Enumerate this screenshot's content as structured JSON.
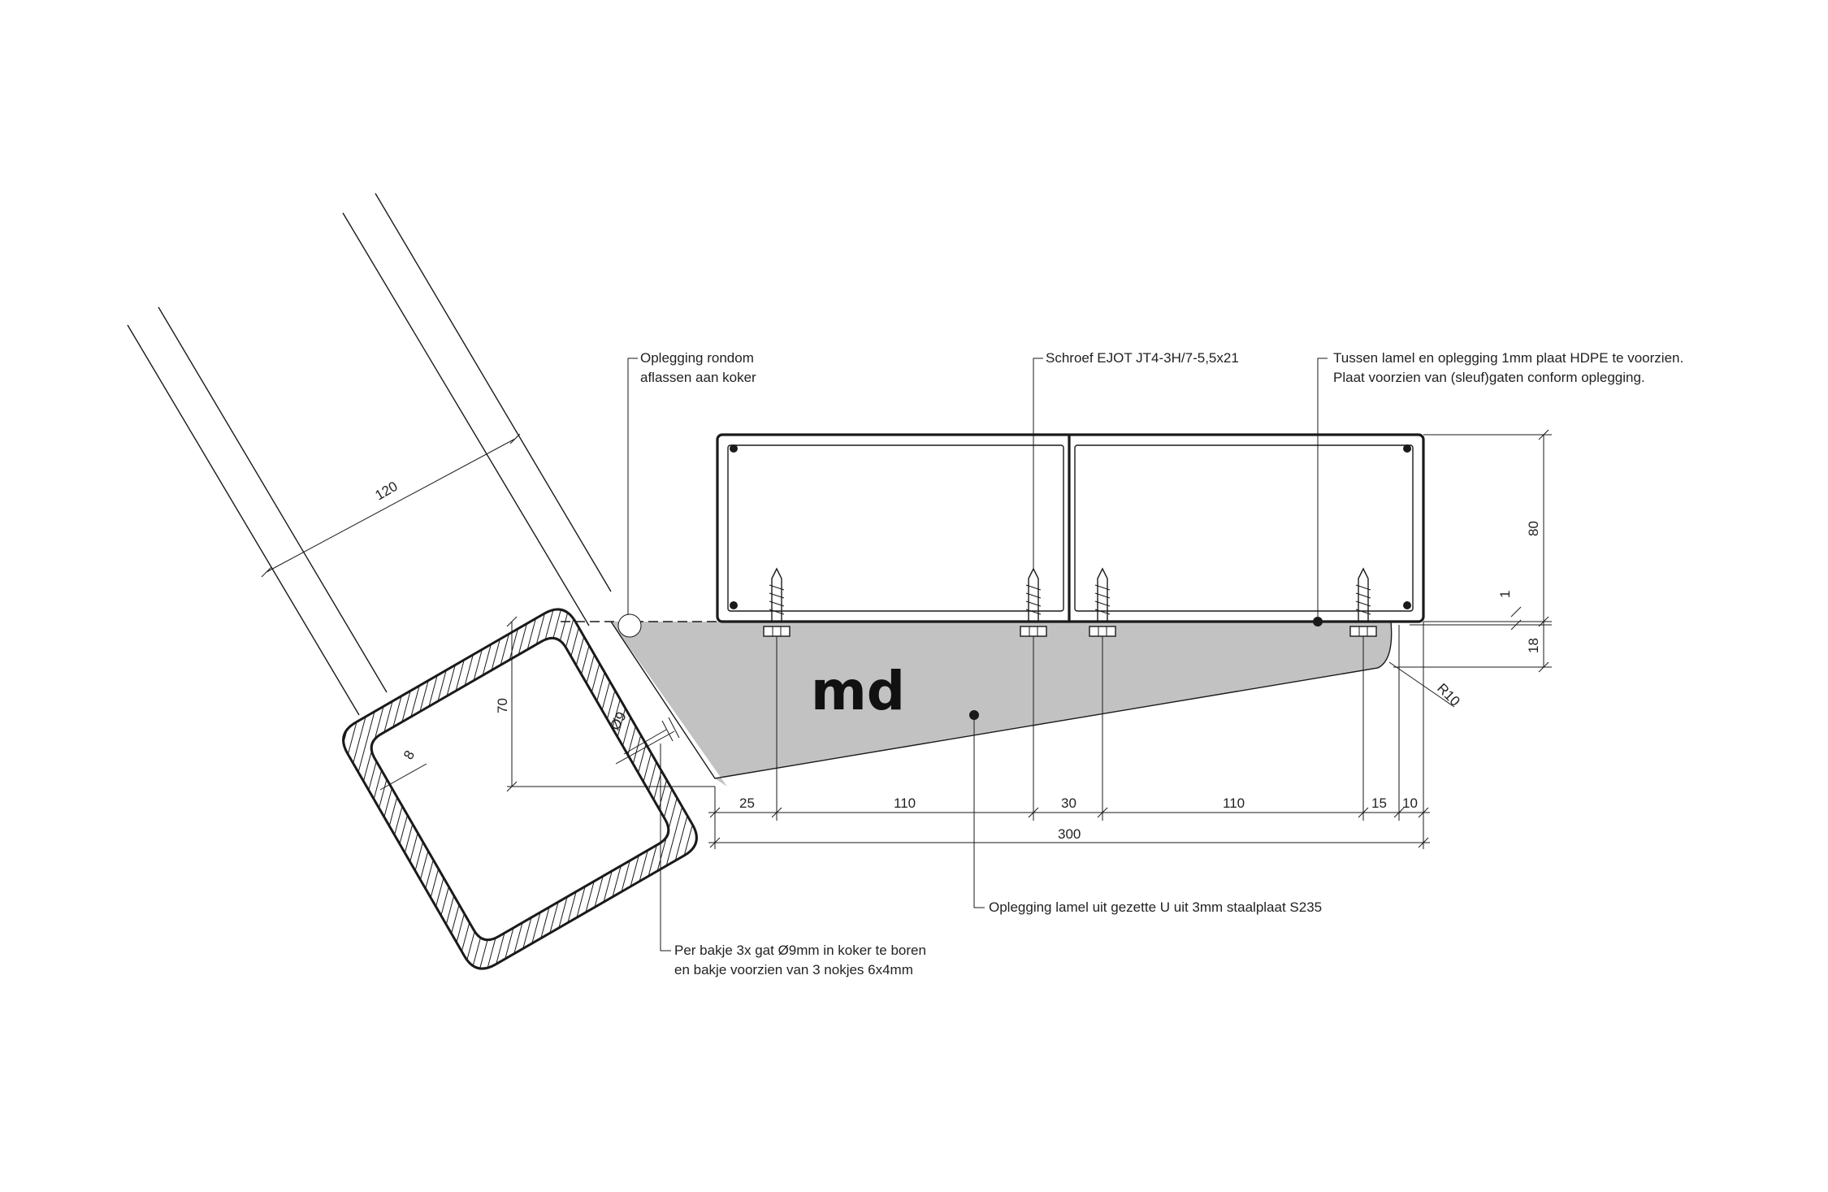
{
  "logo": {
    "text": "md"
  },
  "annotations": {
    "weld": [
      "Oplegging rondom",
      "aflassen aan koker"
    ],
    "screw": "Schroef EJOT JT4-3H/7-5,5x21",
    "hdpe": [
      "Tussen lamel en oplegging 1mm plaat HDPE te voorzien.",
      "Plaat voorzien van (sleuf)gaten conform oplegging."
    ],
    "bracket": "Oplegging lamel uit gezette U uit 3mm staalplaat S235",
    "holes": [
      "Per bakje 3x gat Ø9mm in koker te boren",
      "en bakje voorzien van 3 nokjes 6x4mm"
    ]
  },
  "dimensions": {
    "tube_width": "120",
    "wall": "8",
    "height_70": "70",
    "hole_dia": "Ø9",
    "lamel_height": "80",
    "hdpe_thk": "1",
    "bracket_depth": "18",
    "radius": "R10",
    "segments": [
      "25",
      "110",
      "30",
      "110",
      "15",
      "10"
    ],
    "total": "300"
  },
  "colors": {
    "bracket_fill": "#c2c2c2",
    "line": "#1a1a1a"
  }
}
